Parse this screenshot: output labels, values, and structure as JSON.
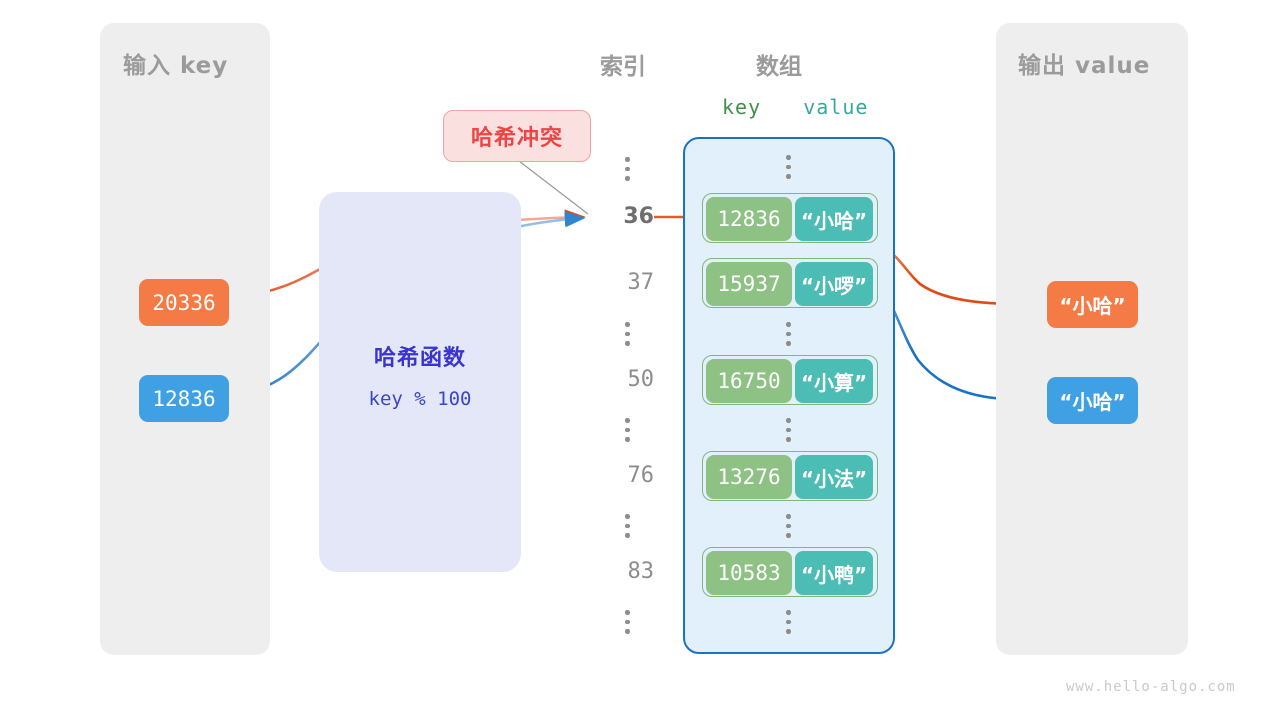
{
  "panels": {
    "input": {
      "title": "输入 key"
    },
    "output": {
      "title": "输出 value"
    }
  },
  "headers": {
    "index": "索引",
    "array": "数组",
    "key": "key",
    "value": "value"
  },
  "hash_function": {
    "title": "哈希函数",
    "formula": "key % 100"
  },
  "collision": {
    "label": "哈希冲突"
  },
  "inputs": [
    {
      "value": "20336",
      "color": "#f47b45"
    },
    {
      "value": "12836",
      "color": "#3fa0e3"
    }
  ],
  "outputs": [
    {
      "value": "“小哈”",
      "color": "#f47b45"
    },
    {
      "value": "“小哈”",
      "color": "#3fa0e3"
    }
  ],
  "indices": [
    {
      "label": "36",
      "highlight": true
    },
    {
      "label": "37",
      "highlight": false
    },
    {
      "label": "50",
      "highlight": false
    },
    {
      "label": "76",
      "highlight": false
    },
    {
      "label": "83",
      "highlight": false
    }
  ],
  "buckets": [
    {
      "key": "12836",
      "value": "“小哈”"
    },
    {
      "key": "15937",
      "value": "“小啰”"
    },
    {
      "key": "16750",
      "value": "“小算”"
    },
    {
      "key": "13276",
      "value": "“小法”"
    },
    {
      "key": "10583",
      "value": "“小鸭”"
    }
  ],
  "watermark": "www.hello-algo.com",
  "colors": {
    "panel_bg": "#eeeeee",
    "panel_text": "#9b9b9b",
    "array_bg": "#e2f0fb",
    "array_border": "#1b72c4",
    "bucket_border": "#7fb77e",
    "key_cell": "#8ec284",
    "value_cell": "#4cbdb4",
    "hash_box_bg": "#e4e7f8",
    "hash_text": "#3a34cf",
    "collision_bg": "#fbe0e0",
    "collision_border": "#f0a3a3",
    "collision_text": "#ef4444",
    "orange_path": "#e04a15",
    "blue_path": "#1b72c4"
  }
}
